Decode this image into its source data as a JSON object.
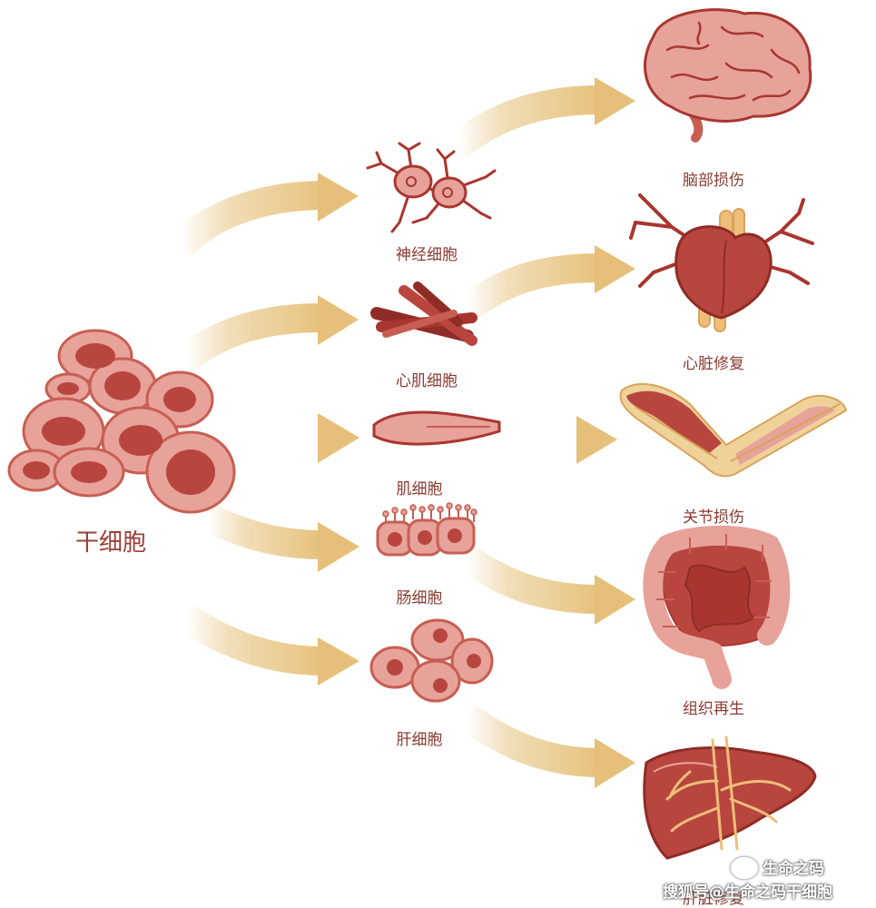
{
  "source": {
    "label": "干细胞"
  },
  "cell_types": [
    {
      "id": "neuron",
      "label": "神经细胞"
    },
    {
      "id": "cardiomyocyte",
      "label": "心肌细胞"
    },
    {
      "id": "muscle",
      "label": "肌细胞"
    },
    {
      "id": "intestinal",
      "label": "肠细胞"
    },
    {
      "id": "hepatocyte",
      "label": "肝细胞"
    }
  ],
  "outcomes": [
    {
      "id": "brain",
      "label": "脑部损伤"
    },
    {
      "id": "heart",
      "label": "心脏修复"
    },
    {
      "id": "joint",
      "label": "关节损伤"
    },
    {
      "id": "intestine",
      "label": "组织再生"
    },
    {
      "id": "liver",
      "label": "肝脏修复"
    }
  ],
  "watermark": {
    "account": "生命之码",
    "source_line": "搜狐号@生命之码干细胞"
  },
  "colors": {
    "arrow": "#e9c98a",
    "cell_fill": "#e7a29a",
    "cell_outline": "#c85e52",
    "nucleus": "#b8463e",
    "organ_dark": "#a8362f",
    "label": "#8a3b32"
  }
}
